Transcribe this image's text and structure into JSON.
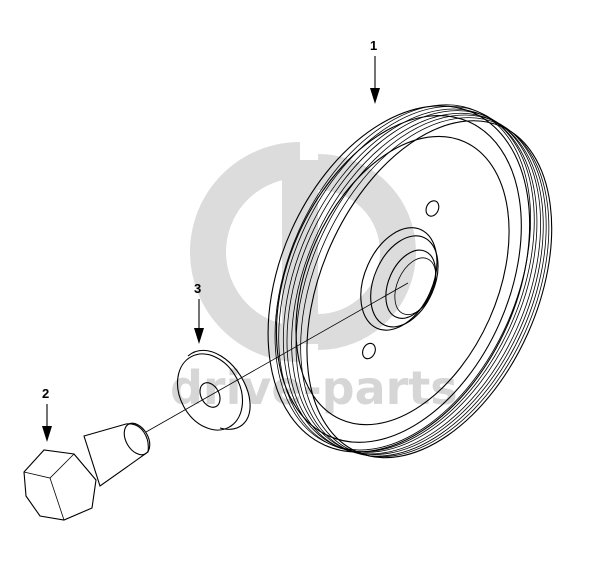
{
  "diagram": {
    "parts": [
      {
        "callout": "1",
        "part": "crankshaft-pulley"
      },
      {
        "callout": "2",
        "part": "bolt"
      },
      {
        "callout": "3",
        "part": "washer"
      }
    ]
  },
  "watermark": {
    "text": "drive-parts",
    "color": "#d6d6d6"
  }
}
